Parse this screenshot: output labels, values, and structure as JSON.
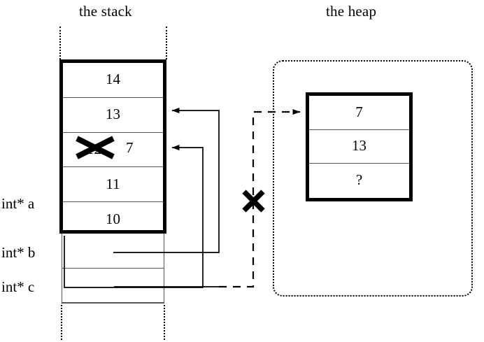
{
  "diagram": {
    "titles": {
      "stack": "the stack",
      "heap": "the heap"
    },
    "stack": {
      "label": "the stack",
      "frame_cells": [
        {
          "value": "14",
          "struck": false
        },
        {
          "value": "13",
          "struck": false
        },
        {
          "value": "12",
          "struck": true,
          "replacement": "7"
        },
        {
          "value": "11",
          "struck": false
        },
        {
          "value": "10",
          "struck": false
        }
      ],
      "pointer_slots": [
        {
          "name": "int* a",
          "value": ""
        },
        {
          "name": "int* b",
          "value": ""
        },
        {
          "name": "int* c",
          "value": ""
        }
      ]
    },
    "heap": {
      "label": "the heap",
      "cells": [
        {
          "value": "7"
        },
        {
          "value": "13"
        },
        {
          "value": "?"
        }
      ]
    },
    "connectors": [
      {
        "name": "b-to-cell-13",
        "from": "int* b",
        "to": "stack cell 13",
        "style": "solid",
        "arrowhead": true
      },
      {
        "name": "a-to-cell-7",
        "from": "int* a slot",
        "to": "stack cell 12/7",
        "style": "solid",
        "arrowhead": true
      },
      {
        "name": "c-to-heap",
        "from": "int* c",
        "to": "heap cell 7",
        "style": "dashed",
        "arrowhead": true,
        "invalidated": true,
        "invalidation_mark": "X"
      }
    ],
    "marks": [
      {
        "name": "struck-stack-value",
        "glyph": "X",
        "over": "12"
      },
      {
        "name": "struck-heap-pointer",
        "glyph": "X",
        "over": "dashed pointer c"
      }
    ],
    "colors": {
      "ink": "#000000",
      "rule": "#555555",
      "background": "#ffffff"
    }
  }
}
